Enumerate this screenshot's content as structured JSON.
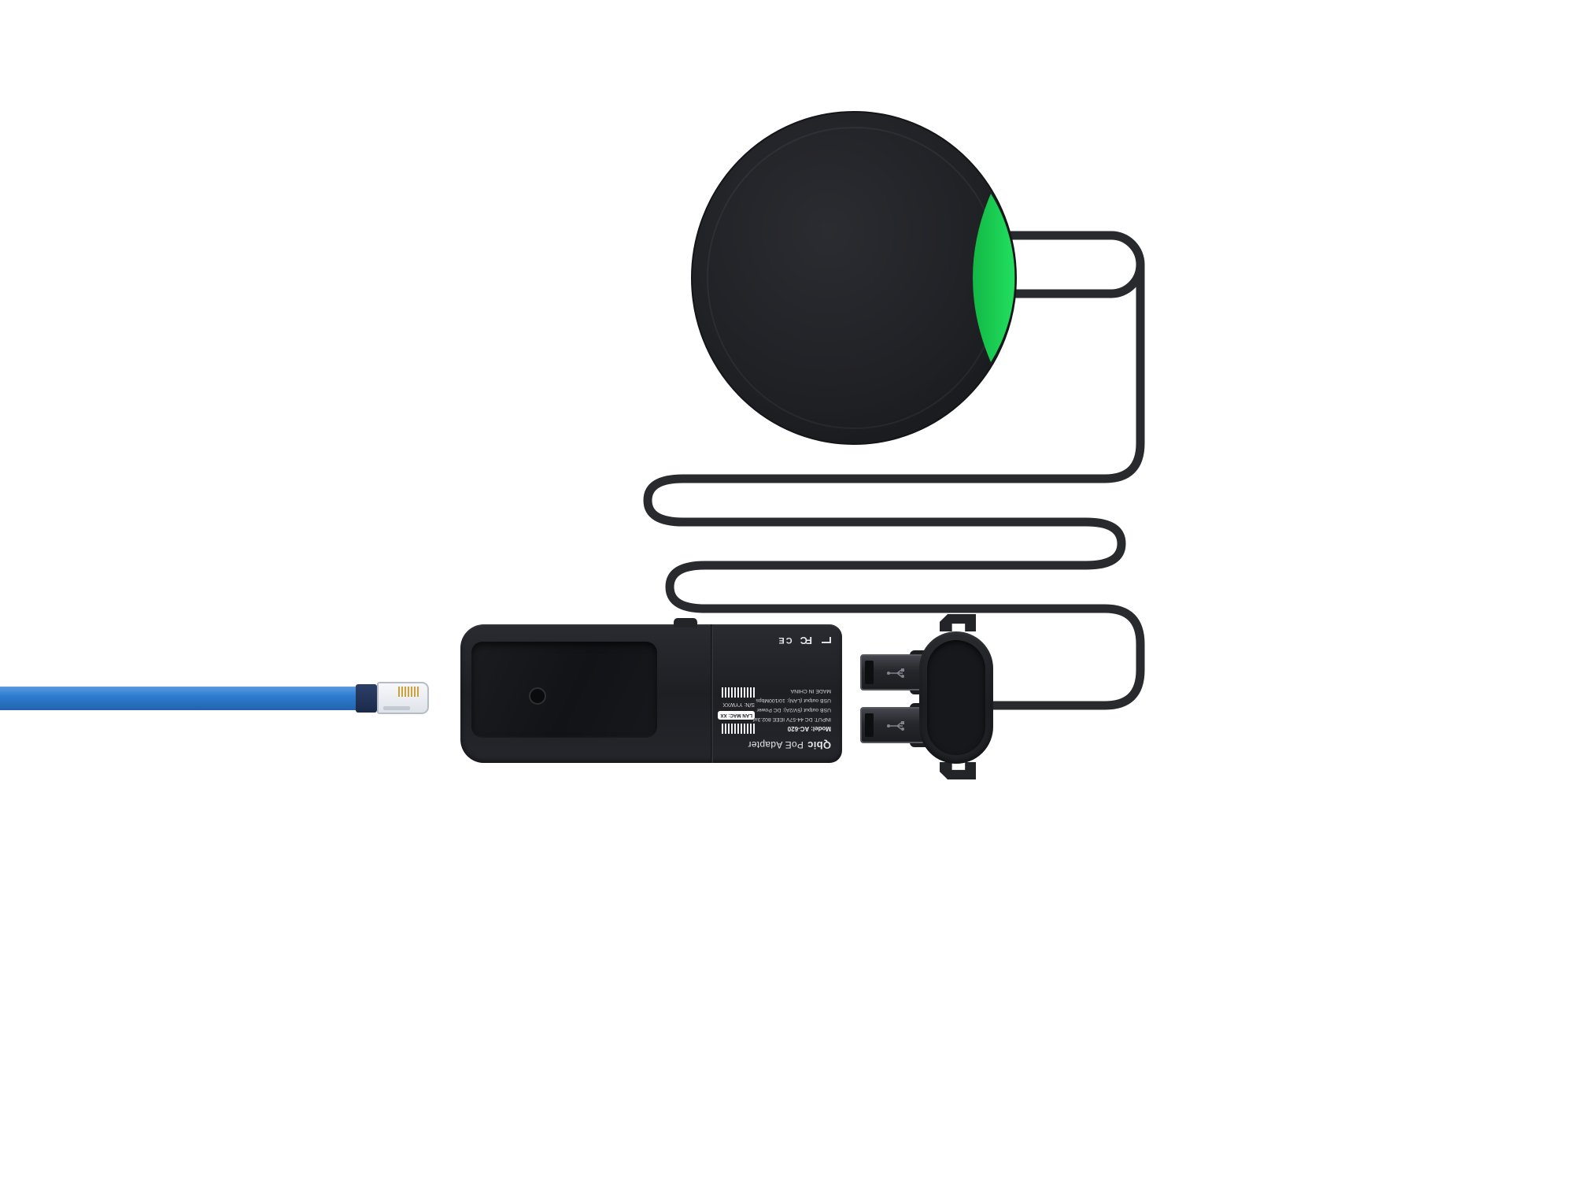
{
  "scene": {
    "description": "Product photo of a Qbic round puck device with green status lens, attached black power cable arranged in a serpentine, a dual-USB cable connector, a PoE adapter with spec label, and a blue Ethernet cable with RJ45 plug",
    "background_color": "#ffffff"
  },
  "colors": {
    "device_body": "#202125",
    "cable_black": "#292a2e",
    "accent_green": "#17cd4e",
    "ethernet_blue": "#2e7ccf",
    "label_text": "#e6e7ea"
  },
  "adapter": {
    "label": {
      "brand": "Qbic",
      "product_name": "PoE Adapter",
      "model": "Model: AC-620",
      "input": "INPUT: DC 44-57V IEEE 802.3af",
      "usb_output_power": "USB output (5V/2A): DC Power",
      "usb_output_lan": "USB output (LAN): 10/100Mbps",
      "origin": "MADE IN CHINA",
      "serial": "S/N: YYWXX",
      "lan_mac": "LAN MAC: XX",
      "fcc_mark": "FC",
      "ce_mark": "CE"
    }
  }
}
